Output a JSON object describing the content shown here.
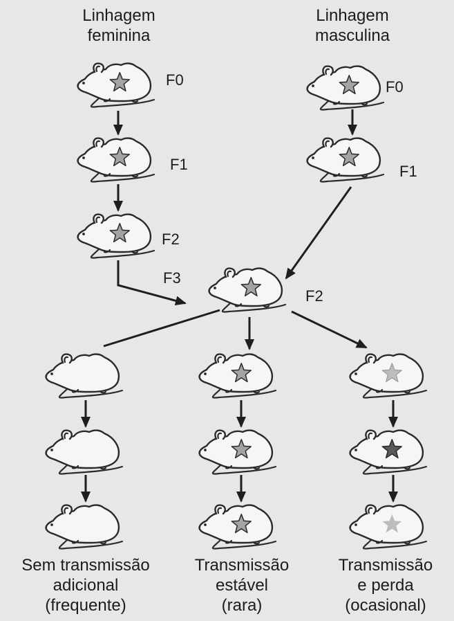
{
  "header": {
    "female_lineage": [
      "Linhagem",
      "feminina"
    ],
    "male_lineage": [
      "Linhagem",
      "masculina"
    ]
  },
  "generations": {
    "female_f0": "F0",
    "female_f1": "F1",
    "female_f2": "F2",
    "female_f3": "F3",
    "male_f0": "F0",
    "male_f1": "F1",
    "offspring_f2": "F2"
  },
  "outcomes": [
    [
      "Sem transmissão",
      "adicional",
      "(frequente)"
    ],
    [
      "Transmissão",
      "estável",
      "(rara)"
    ],
    [
      "Transmissão",
      "e perda",
      "(ocasional)"
    ]
  ],
  "mice": [
    {
      "id": "female-f0",
      "mark": "star",
      "star_color": "#a4a4a4"
    },
    {
      "id": "female-f1",
      "mark": "star",
      "star_color": "#a4a4a4"
    },
    {
      "id": "female-f2",
      "mark": "star",
      "star_color": "#a4a4a4"
    },
    {
      "id": "male-f0",
      "mark": "star",
      "star_color": "#a4a4a4"
    },
    {
      "id": "male-f1",
      "mark": "star",
      "star_color": "#a4a4a4"
    },
    {
      "id": "offspring-f2",
      "mark": "star",
      "star_color": "#a4a4a4"
    },
    {
      "id": "no-transmission-1",
      "mark": "none"
    },
    {
      "id": "no-transmission-2",
      "mark": "none"
    },
    {
      "id": "no-transmission-3",
      "mark": "none"
    },
    {
      "id": "stable-1",
      "mark": "star",
      "star_color": "#a4a4a4"
    },
    {
      "id": "stable-2",
      "mark": "star",
      "star_color": "#a4a4a4"
    },
    {
      "id": "stable-3",
      "mark": "star",
      "star_color": "#a4a4a4"
    },
    {
      "id": "loss-1",
      "mark": "star",
      "star_color": "#bdbdbd",
      "star_outline": "light"
    },
    {
      "id": "loss-2",
      "mark": "star",
      "star_color": "#5a5a5a"
    },
    {
      "id": "loss-3",
      "mark": "star",
      "star_color": "#bcbcbc",
      "star_outline": "none"
    }
  ],
  "colors": {
    "background": "#e6e7e8",
    "line": "#1e1e1e",
    "mouse_fill": "#f6f6f6"
  }
}
